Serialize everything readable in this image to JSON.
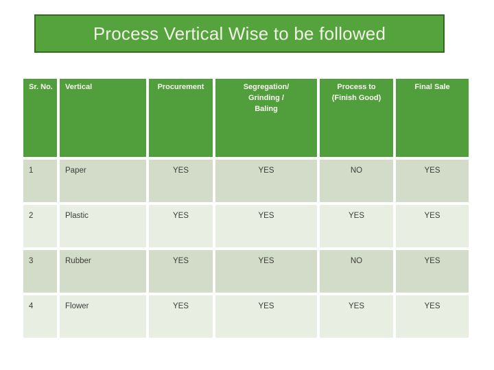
{
  "title": "Process Vertical Wise to be followed",
  "table": {
    "headers": [
      "Sr. No.",
      "Vertical",
      "Procurement",
      "Segregation/\nGrinding /\nBaling",
      "Process to\n(Finish Good)",
      "Final Sale"
    ],
    "rows": [
      [
        "1",
        "Paper",
        "YES",
        "YES",
        "NO",
        "YES"
      ],
      [
        "2",
        "Plastic",
        "YES",
        "YES",
        "YES",
        "YES"
      ],
      [
        "3",
        "Rubber",
        "YES",
        "YES",
        "NO",
        "YES"
      ],
      [
        "4",
        "Flower",
        "YES",
        "YES",
        "YES",
        "YES"
      ]
    ]
  },
  "colors": {
    "title_fill": "#55a33d",
    "title_border": "#35691f",
    "header_fill": "#519e3d",
    "band_dark": "#d3dcc9",
    "band_light": "#e9eee3",
    "header_text": "#fbfaf2",
    "body_text": "#3c3c38"
  }
}
